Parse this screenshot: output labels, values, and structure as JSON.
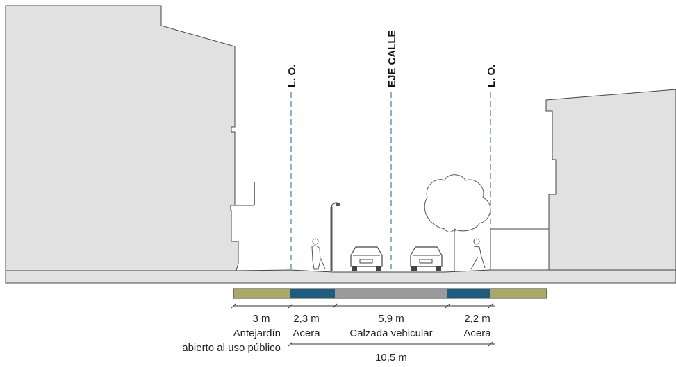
{
  "axes": {
    "lo_left": "L. O.",
    "eje": "EJE CALLE",
    "lo_right": "L. O."
  },
  "bands": {
    "antejardin_color": "#aaa767",
    "acera_color": "#1d5b7f",
    "calzada_color": "#9a9a9a"
  },
  "dimensions": {
    "antejardin_width": "3 m",
    "antejardin_label_1": "Antejardín",
    "antejardin_label_2": "abierto al uso público",
    "acera_left_width": "2,3 m",
    "acera_left_label": "Acera",
    "calzada_width": "5,9 m",
    "calzada_label": "Calzada vehicular",
    "acera_right_width": "2,2 m",
    "acera_right_label": "Acera",
    "total_width": "10,5 m"
  }
}
